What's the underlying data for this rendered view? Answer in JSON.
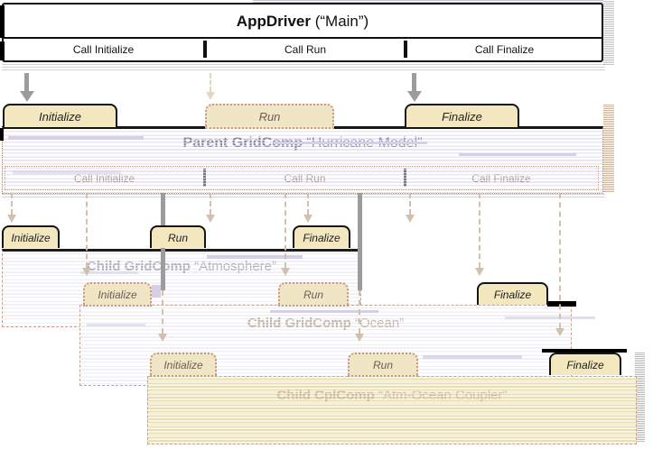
{
  "figure": {
    "appdriver": {
      "title_bold": "AppDriver",
      "title_rest": " (“Main”)",
      "calls": [
        "Call Initialize",
        "Call Run",
        "Call Finalize"
      ]
    },
    "parent_gridcomp": {
      "tabs": [
        "Initialize",
        "Run",
        "Finalize"
      ],
      "title_bold": "Parent GridComp",
      "title_rest": " “Hurricane Model”",
      "calls": [
        "Call Initialize",
        "Call Run",
        "Call Finalize"
      ]
    },
    "children": [
      {
        "tabs": [
          "Initialize",
          "Run",
          "Finalize"
        ],
        "title_bold": "Child GridComp",
        "title_rest": " “Atmosphere”"
      },
      {
        "tabs": [
          "Initialize",
          "Run",
          "Finalize"
        ],
        "title_bold": "Child GridComp",
        "title_rest": " “Ocean”"
      },
      {
        "tabs": [
          "Initialize",
          "Run",
          "Finalize"
        ],
        "title_bold": "Child CplComp",
        "title_rest": " “Atm-Ocean Coupler”"
      }
    ],
    "colors": {
      "tab_fill": "#f2e7bf",
      "tab_border": "#151515",
      "faded_tab_border": "#c49b80",
      "arrow_gray": "#9c9c9c",
      "faded_arrow": "#d2c0ae",
      "stripe_lavender": "#d5cfe8",
      "parent_stripe": "#eae6f3",
      "coupler_stripe": "#e9ddb2",
      "parent_title_color": "#8f87a0",
      "atmosphere_title_color": "#b2aabf",
      "ocean_title_color": "#beb3a4",
      "coupler_title_color": "#ccb698"
    }
  }
}
